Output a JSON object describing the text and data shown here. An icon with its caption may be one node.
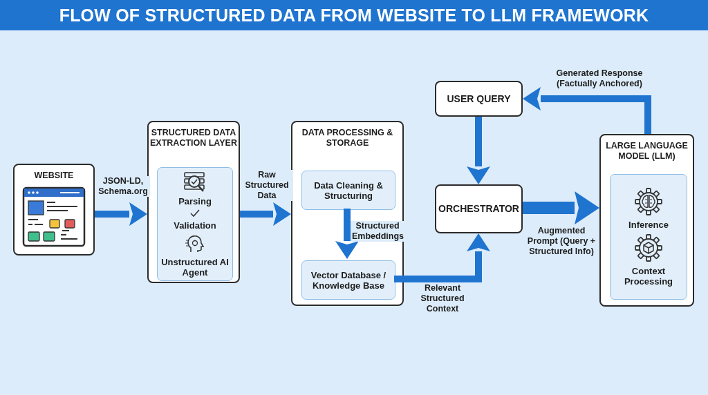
{
  "diagram": {
    "title": "FLOW OF STRUCTURED DATA FROM WEBSITE TO LLM FRAMEWORK",
    "nodes": [
      {
        "text": [
          "WEBSITE"
        ]
      },
      {
        "text": [
          "STRUCTURED DATA EXTRACTION LAYER"
        ]
      },
      {
        "text": [
          "Parsing",
          "Validation",
          "Unstructured AI Agent"
        ],
        "in": 1
      },
      {
        "text": [
          "DATA PROCESSING & STORAGE"
        ]
      },
      {
        "text": [
          "Data Cleaning & Structuring"
        ],
        "in": 3
      },
      {
        "text": [
          "Vector Database / Knowledge Base"
        ],
        "in": 3
      },
      {
        "text": [
          "USER QUERY"
        ]
      },
      {
        "text": [
          "ORCHESTRATOR"
        ]
      },
      {
        "text": [
          "LARGE LANGUAGE MODEL (LLM)"
        ]
      },
      {
        "text": [
          "Inference",
          "Context Processing"
        ],
        "in": 8
      }
    ],
    "edges": [
      {
        "from": 0,
        "to": 1,
        "arrow": "to",
        "label": "JSON-LD, Schema.org"
      },
      {
        "from": 1,
        "to": 3,
        "arrow": "to",
        "label": "Raw Structured Data"
      },
      {
        "from": 4,
        "to": 5,
        "arrow": "to",
        "label": "Structured Embeddings"
      },
      {
        "from": 5,
        "to": 7,
        "arrow": "to",
        "label": "Relevant Structured Context"
      },
      {
        "from": 6,
        "to": 7,
        "arrow": "to"
      },
      {
        "from": 7,
        "to": 8,
        "arrow": "to",
        "label": "Augmented Prompt (Query + Structured Info)",
        "style": "thick"
      },
      {
        "from": 8,
        "to": 6,
        "arrow": "to",
        "label": "Generated Response (Factually Anchored)"
      }
    ]
  }
}
